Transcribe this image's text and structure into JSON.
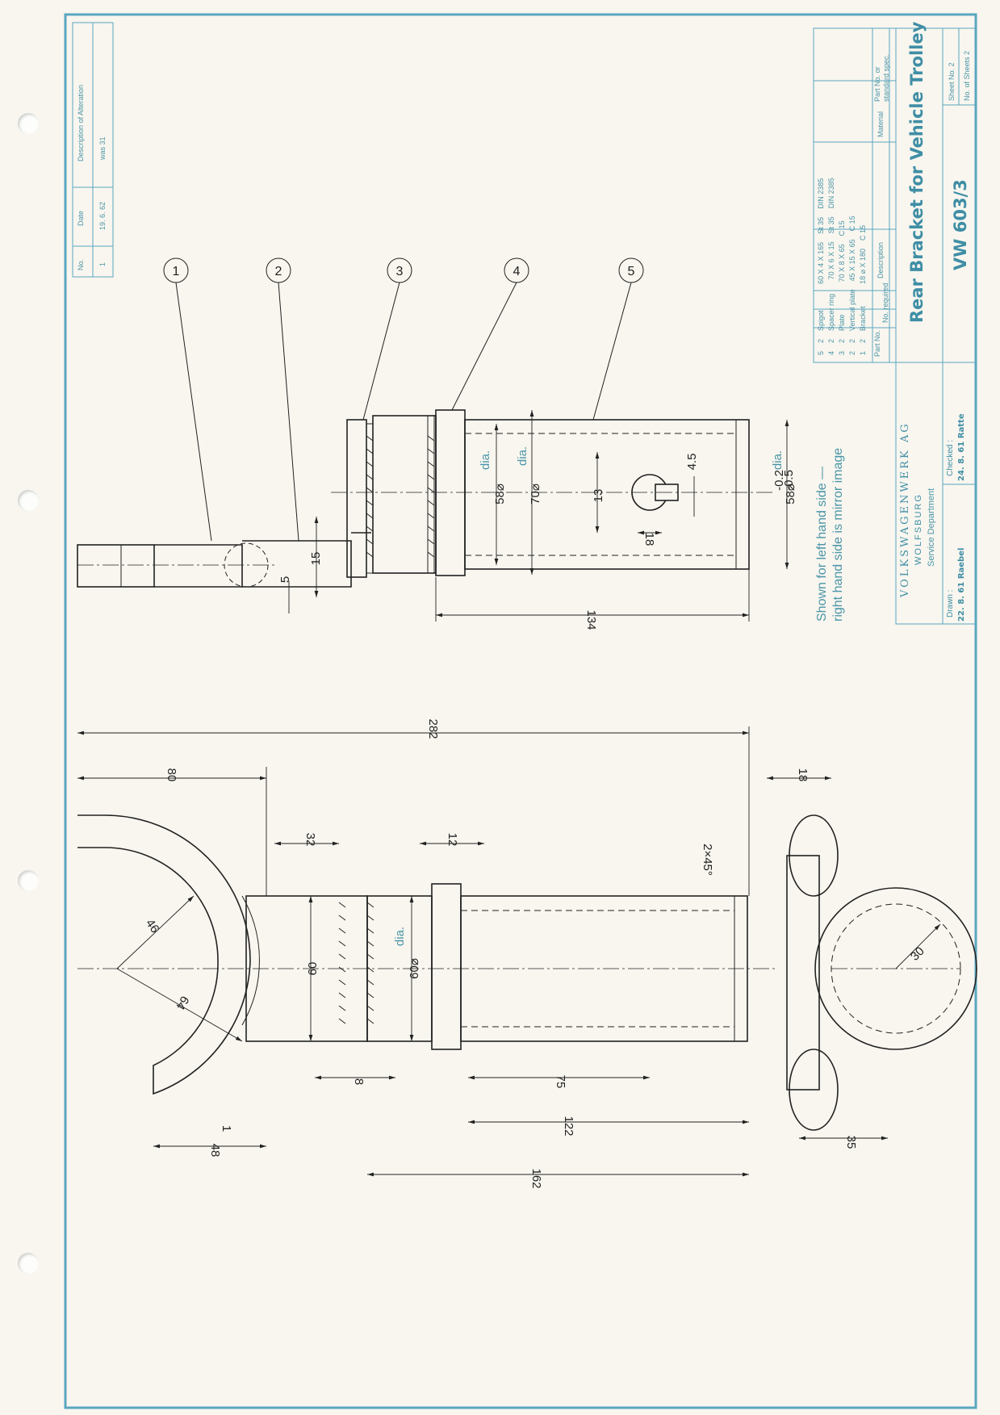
{
  "alteration": {
    "headers": {
      "no": "No.",
      "date": "Date",
      "description": "Description of Alteration"
    },
    "rows": [
      {
        "no": "1",
        "date": "19. 6. 62",
        "description": "was 31"
      }
    ]
  },
  "parts_list": {
    "headers": {
      "part_no": "Part No.",
      "no_required": "No. required",
      "description": "Description",
      "material": "Material",
      "standard": "Part No. or standard spec."
    },
    "rows": [
      {
        "part_no": "5",
        "qty": "2",
        "description": "Spigot",
        "size": "60 X 4 X 165",
        "material": "St 35",
        "standard": "DIN 2385"
      },
      {
        "part_no": "4",
        "qty": "2",
        "description": "Spacer ring",
        "size": "70 X 6 X 15",
        "material": "St 35",
        "standard": "DIN 2385"
      },
      {
        "part_no": "3",
        "qty": "2",
        "description": "Plate",
        "size": "70 X 8 X 65",
        "material": "C 15",
        "standard": ""
      },
      {
        "part_no": "2",
        "qty": "2",
        "description": "Vertical plate",
        "size": "45 X 15 X 65",
        "material": "C 15",
        "standard": ""
      },
      {
        "part_no": "1",
        "qty": "2",
        "description": "Bracket",
        "size": "18 ⌀ X 180",
        "material": "C 15",
        "standard": ""
      }
    ]
  },
  "title_block": {
    "company": "VOLKSWAGENWERK AG",
    "city": "WOLFSBURG",
    "department": "Service Department",
    "drawn_label": "Drawn :",
    "drawn_value": "22. 8. 61 Raebel",
    "checked_label": "Checked :",
    "checked_value": "24. 8. 61 Ratte",
    "title": "Rear Bracket for Vehicle Trolley",
    "drawing_no": "VW 603/3",
    "sheet_no": "Sheet No. 2",
    "sheets_total": "No. of Sheets 2"
  },
  "note": {
    "line1": "Shown for left hand side —",
    "line2": "right hand side is mirror image"
  },
  "callouts": [
    "1",
    "2",
    "3",
    "4",
    "5"
  ],
  "dimensions_top_view": {
    "d5": "5",
    "d15": "15",
    "d134": "134",
    "d13": "13",
    "d18": "18",
    "d45": "4.5",
    "d58": "58⌀",
    "d70": "70⌀",
    "dia": "dia.",
    "d58_tol": "58⌀",
    "tol_upper": "-0.2",
    "tol_lower": "-0.5"
  },
  "dimensions_side_view": {
    "d282": "282",
    "d80": "80",
    "d32": "32",
    "d12": "12",
    "d18": "18",
    "chamfer": "2×45°",
    "r46": "46",
    "r64": "64",
    "d60": "60",
    "d60dia": "60⌀",
    "dia": "dia.",
    "r30": "30",
    "d8": "8",
    "d75": "75",
    "d122": "122",
    "d162": "162",
    "d48": "48",
    "ref1": "1",
    "d35": "35"
  },
  "colors": {
    "frame": "#5aa6c0",
    "ink": "#222222",
    "blue_text": "#3f8ea5",
    "paper": "#f8f6ef"
  }
}
